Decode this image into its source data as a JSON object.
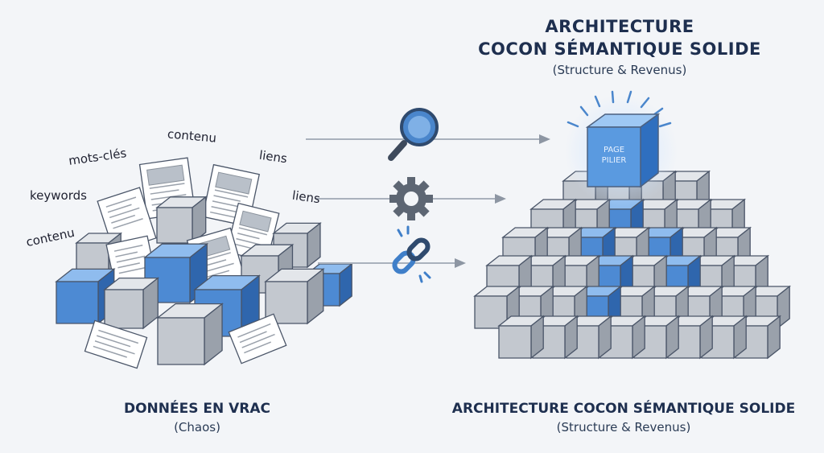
{
  "header": {
    "title_line1": "ARCHITECTURE",
    "title_line2": "COCON SÉMANTIQUE SOLIDE",
    "subtitle": "(Structure & Revenus)"
  },
  "chaos_words": {
    "contenu_top": "contenu",
    "mots_cles": "mots-clés",
    "liens_1": "liens",
    "keywords": "keywords",
    "liens_2": "liens",
    "contenu_left": "contenu"
  },
  "pillar_label": {
    "line1": "PAGE",
    "line2": "PILIER"
  },
  "captions": {
    "left_title": "DONNÉES EN VRAC",
    "left_sub": "(Chaos)",
    "right_title": "ARCHITECTURE COCON SÉMANTIQUE SOLIDE",
    "right_sub": "(Structure & Revenus)"
  },
  "icons": [
    "magnifier-icon",
    "gear-icon",
    "chain-link-icon"
  ],
  "colors": {
    "accent_blue": "#3f7fc9",
    "cube_gray": "#c9cdd3",
    "title_navy": "#1e2f4f"
  }
}
